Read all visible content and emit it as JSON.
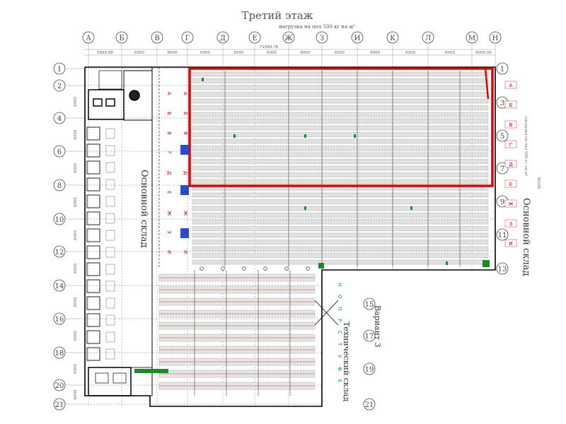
{
  "title": "Третий этаж",
  "load_note_top": "нагрузка на пол 500 кг на м²",
  "load_note_right": "нагрузка на пол 500 кг на м²",
  "overall_dim": "71999.76",
  "zones": {
    "main_left": "Основной склад",
    "main_right": "Основной склад",
    "tech": "Технический склад",
    "variant": "Вариант 3"
  },
  "col_axes": [
    "А",
    "Б",
    "В",
    "Г",
    "Д",
    "Е",
    "Ж",
    "З",
    "И",
    "К",
    "Л",
    "М",
    "Н"
  ],
  "row_axes_left": [
    "1",
    "2",
    "4",
    "6",
    "8",
    "10",
    "12",
    "14",
    "16",
    "18",
    "20",
    "21"
  ],
  "row_axes_right": [
    "1",
    "3",
    "5",
    "7",
    "9",
    "11",
    "13",
    "15",
    "17",
    "19",
    "21"
  ],
  "col_spacings": [
    "5999.88",
    "6000",
    "6000",
    "6000",
    "6000",
    "6000",
    "6000",
    "6000",
    "6000",
    "6000",
    "6000",
    "6000.06"
  ],
  "row_spacings": [
    "6000",
    "6000",
    "6000",
    "6000",
    "6000",
    "6000",
    "6000",
    "6000",
    "6000",
    "6000"
  ],
  "right_dim": "36100",
  "rack_tags_red": [
    "А",
    "Б",
    "В",
    "Г",
    "Д",
    "Е",
    "Ж",
    "З",
    "И"
  ],
  "rack_tags_green": [
    "Н",
    "О",
    "П",
    "Р",
    "С",
    "Т",
    "У",
    "Ф",
    "Х"
  ],
  "colors": {
    "highlight": "#e00000",
    "grid": "#3366cc",
    "rack": "#888888",
    "wall": "#000000",
    "accent_blue": "#1f4fe0",
    "accent_green": "#1a8a2a"
  }
}
